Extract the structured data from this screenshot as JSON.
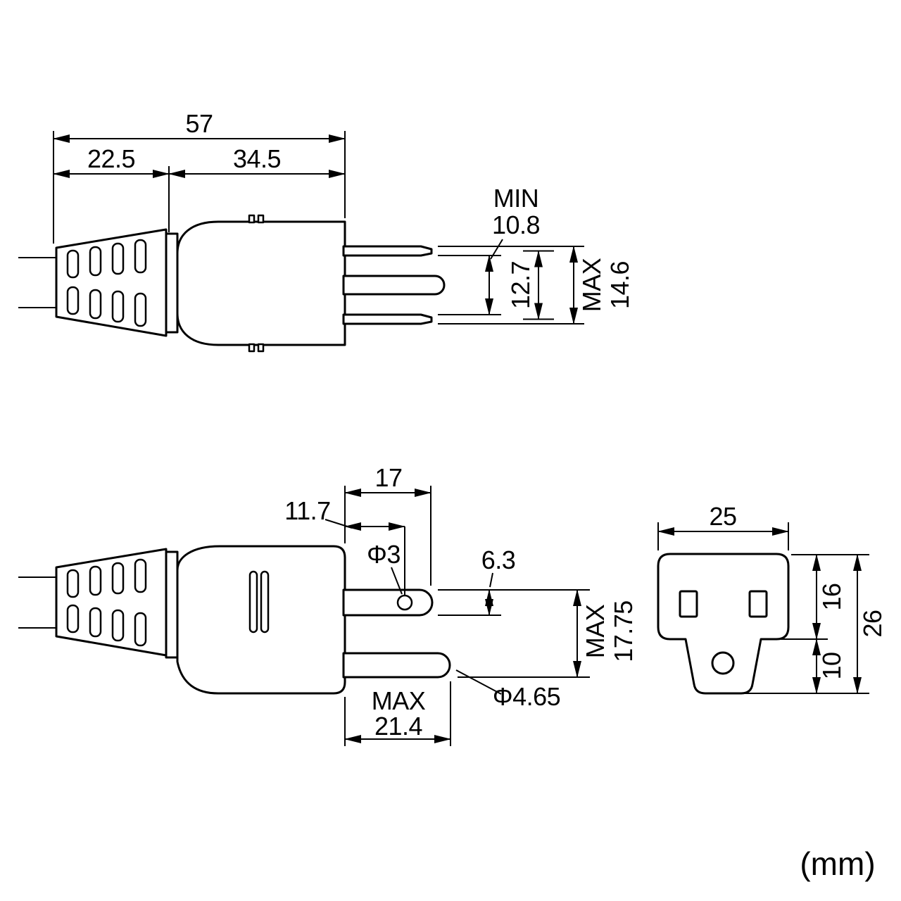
{
  "units": "(mm)",
  "top_view": {
    "total_length": "57",
    "boot_length": "22.5",
    "body_length": "34.5",
    "gap_min_label": "MIN",
    "gap_min_value": "10.8",
    "blade_pitch": "12.7",
    "outer_max_label": "MAX",
    "outer_max_value": "14.6"
  },
  "side_view": {
    "blade_length": "17",
    "hole_offset": "11.7",
    "hole_diameter": "Φ3",
    "blade_width": "6.3",
    "depth_max_label": "MAX",
    "depth_max_value": "17.75",
    "pin_diameter": "Φ4.65",
    "pin_length_label": "MAX",
    "pin_length_value": "21.4"
  },
  "outlet_view": {
    "width": "25",
    "upper_height": "16",
    "total_height": "26",
    "tab_height": "10"
  }
}
